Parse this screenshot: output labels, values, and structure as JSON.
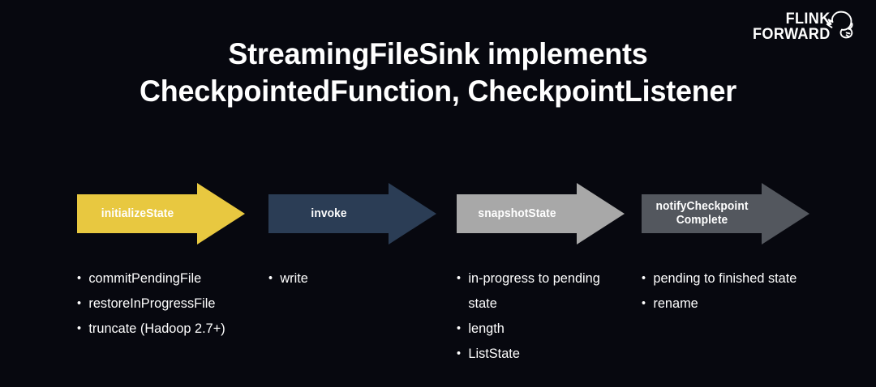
{
  "slide": {
    "background_color": "#07080f",
    "text_color": "#ffffff"
  },
  "logo": {
    "line1": "FLINK",
    "line2": "FORWARD",
    "mark_name": "squirrel-icon"
  },
  "title": {
    "line1": "StreamingFileSink implements",
    "line2": "CheckpointedFunction, CheckpointListener"
  },
  "arrows": [
    {
      "label": "initializeState",
      "color": "#e8c840",
      "text_color": "#ffffff"
    },
    {
      "label": "invoke",
      "color": "#2b3d55",
      "text_color": "#ffffff"
    },
    {
      "label": "snapshotState",
      "color": "#a8a8a8",
      "text_color": "#ffffff"
    },
    {
      "label": "notifyCheckpoint\nComplete",
      "color": "#53575e",
      "text_color": "#ffffff"
    }
  ],
  "columns": [
    {
      "bullets": [
        "commitPendingFile",
        "restoreInProgressFile",
        "truncate (Hadoop 2.7+)"
      ]
    },
    {
      "bullets": [
        "write"
      ]
    },
    {
      "bullets": [
        "in-progress to pending state",
        "length",
        "ListState"
      ]
    },
    {
      "bullets": [
        "pending to finished state",
        "rename"
      ]
    }
  ]
}
